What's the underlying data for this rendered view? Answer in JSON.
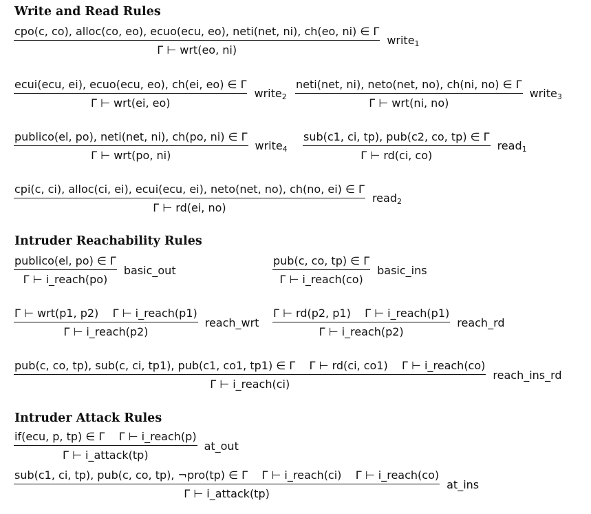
{
  "sections": {
    "write_read": "Write and Read Rules",
    "reach": "Intruder Reachability Rules",
    "attack": "Intruder Attack Rules"
  },
  "rules": {
    "write1": {
      "premise": "cpo(c, co), alloc(co, eo), ecuo(ecu, eo), neti(net, ni), ch(eo, ni) ∈ Γ",
      "conclusion": "Γ ⊢ wrt(eo, ni)",
      "name": "write",
      "sub": "1"
    },
    "write2": {
      "premise": "ecui(ecu, ei), ecuo(ecu, eo), ch(ei, eo) ∈ Γ",
      "conclusion": "Γ ⊢ wrt(ei, eo)",
      "name": "write",
      "sub": "2"
    },
    "write3": {
      "premise": "neti(net, ni), neto(net, no), ch(ni, no) ∈ Γ",
      "conclusion": "Γ ⊢ wrt(ni, no)",
      "name": "write",
      "sub": "3"
    },
    "write4": {
      "premise": "publico(el, po), neti(net, ni), ch(po, ni) ∈ Γ",
      "conclusion": "Γ ⊢ wrt(po, ni)",
      "name": "write",
      "sub": "4"
    },
    "read1": {
      "premise": "sub(c1, ci, tp), pub(c2, co, tp) ∈ Γ",
      "conclusion": "Γ ⊢ rd(ci, co)",
      "name": "read",
      "sub": "1"
    },
    "read2": {
      "premise": "cpi(c, ci), alloc(ci, ei), ecui(ecu, ei), neto(net, no), ch(no, ei) ∈ Γ",
      "conclusion": "Γ ⊢ rd(ei, no)",
      "name": "read",
      "sub": "2"
    },
    "basic_out": {
      "premise": "publico(el, po) ∈ Γ",
      "conclusion": "Γ ⊢ i_reach(po)",
      "name": "basic_out"
    },
    "basic_ins": {
      "premise": "pub(c, co, tp) ∈ Γ",
      "conclusion": "Γ ⊢ i_reach(co)",
      "name": "basic_ins"
    },
    "reach_wrt": {
      "premise": "Γ ⊢ wrt(p1, p2)    Γ ⊢ i_reach(p1)",
      "conclusion": "Γ ⊢ i_reach(p2)",
      "name": "reach_wrt"
    },
    "reach_rd": {
      "premise": "Γ ⊢ rd(p2, p1)    Γ ⊢ i_reach(p1)",
      "conclusion": "Γ ⊢ i_reach(p2)",
      "name": "reach_rd"
    },
    "reach_ins_rd": {
      "premise": "pub(c, co, tp), sub(c, ci, tp1), pub(c1, co1, tp1) ∈ Γ    Γ ⊢ rd(ci, co1)    Γ ⊢ i_reach(co)",
      "conclusion": "Γ ⊢ i_reach(ci)",
      "name": "reach_ins_rd"
    },
    "at_out": {
      "premise": "if(ecu, p, tp) ∈ Γ    Γ ⊢ i_reach(p)",
      "conclusion": "Γ ⊢ i_attack(tp)",
      "name": "at_out"
    },
    "at_ins": {
      "premise": "sub(c1, ci, tp), pub(c, co, tp), ¬pro(tp) ∈ Γ    Γ ⊢ i_reach(ci)    Γ ⊢ i_reach(co)",
      "conclusion": "Γ ⊢ i_attack(tp)",
      "name": "at_ins"
    }
  }
}
